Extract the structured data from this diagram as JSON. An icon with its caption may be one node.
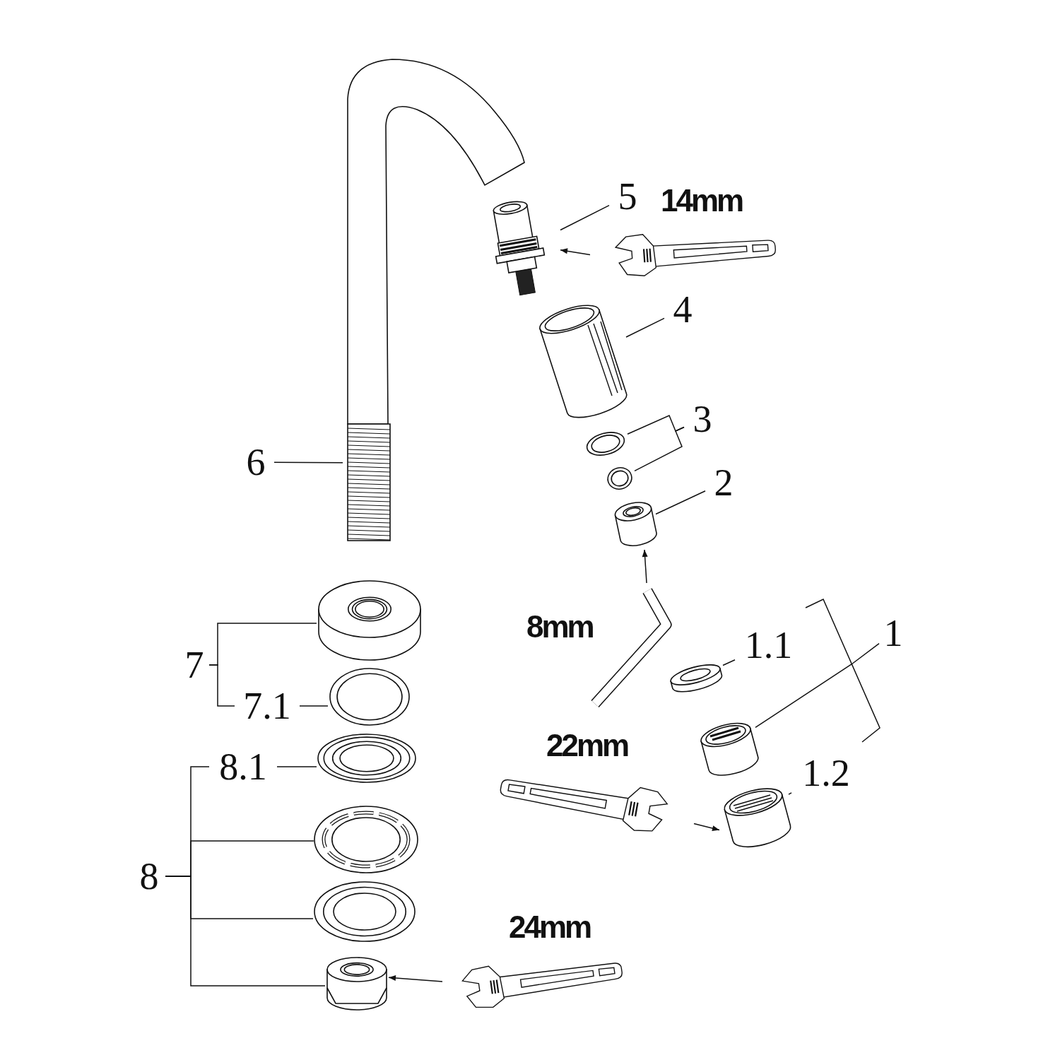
{
  "diagram": {
    "nodes": [
      {
        "text": [],
        "shape": "picture"
      },
      {
        "text": [
          "5"
        ]
      },
      {
        "text": [],
        "shape": "picture"
      },
      {
        "text": [],
        "shape": "picture",
        "beside": [
          "14mm"
        ]
      },
      {
        "text": [
          "4"
        ]
      },
      {
        "text": [],
        "shape": "picture"
      },
      {
        "text": [
          "3"
        ]
      },
      {
        "text": [],
        "shape": "picture"
      },
      {
        "text": [],
        "shape": "picture"
      },
      {
        "text": [
          "6"
        ]
      },
      {
        "text": [
          "2"
        ]
      },
      {
        "text": [],
        "shape": "picture"
      },
      {
        "text": [],
        "shape": "picture"
      },
      {
        "text": [],
        "shape": "picture",
        "beside": [
          "8mm"
        ]
      },
      {
        "text": [
          "1"
        ]
      },
      {
        "text": [
          "1.1"
        ]
      },
      {
        "text": [],
        "shape": "picture"
      },
      {
        "text": [
          "7"
        ]
      },
      {
        "text": [
          "7.1"
        ]
      },
      {
        "text": [],
        "shape": "picture"
      },
      {
        "text": [],
        "shape": "picture"
      },
      {
        "text": [
          "1.2"
        ]
      },
      {
        "text": [],
        "shape": "picture",
        "beside": [
          "22mm"
        ]
      },
      {
        "text": [],
        "shape": "picture"
      },
      {
        "text": [
          "8.1"
        ]
      },
      {
        "text": [],
        "shape": "picture"
      },
      {
        "text": [
          "8"
        ]
      },
      {
        "text": [],
        "shape": "picture"
      },
      {
        "text": [],
        "shape": "picture"
      },
      {
        "text": [],
        "shape": "picture",
        "beside": [
          "24mm"
        ]
      },
      {
        "text": [],
        "shape": "picture"
      }
    ],
    "edges": [
      {
        "from": 1,
        "to": 2,
        "arrow": "none"
      },
      {
        "from": 3,
        "to": 2,
        "arrow": "to"
      },
      {
        "from": 4,
        "to": 5,
        "arrow": "none"
      },
      {
        "from": 6,
        "to": 7,
        "arrow": "none"
      },
      {
        "from": 6,
        "to": 8,
        "arrow": "none"
      },
      {
        "from": 9,
        "to": 0,
        "arrow": "none"
      },
      {
        "from": 10,
        "to": 11,
        "arrow": "none"
      },
      {
        "from": 13,
        "to": 11,
        "arrow": "to"
      },
      {
        "from": 14,
        "to": 20,
        "arrow": "none"
      },
      {
        "from": 15,
        "to": 16,
        "arrow": "none"
      },
      {
        "from": 17,
        "to": 12,
        "arrow": "none"
      },
      {
        "from": 17,
        "to": 18,
        "arrow": "none"
      },
      {
        "from": 18,
        "to": 19,
        "arrow": "none"
      },
      {
        "from": 21,
        "to": 23,
        "arrow": "none"
      },
      {
        "from": 22,
        "to": 23,
        "arrow": "to"
      },
      {
        "from": 26,
        "to": 24,
        "arrow": "none"
      },
      {
        "from": 24,
        "to": 25,
        "arrow": "none"
      },
      {
        "from": 26,
        "to": 27,
        "arrow": "none"
      },
      {
        "from": 26,
        "to": 28,
        "arrow": "none"
      },
      {
        "from": 26,
        "to": 30,
        "arrow": "none"
      },
      {
        "from": 29,
        "to": 30,
        "arrow": "to"
      }
    ]
  }
}
